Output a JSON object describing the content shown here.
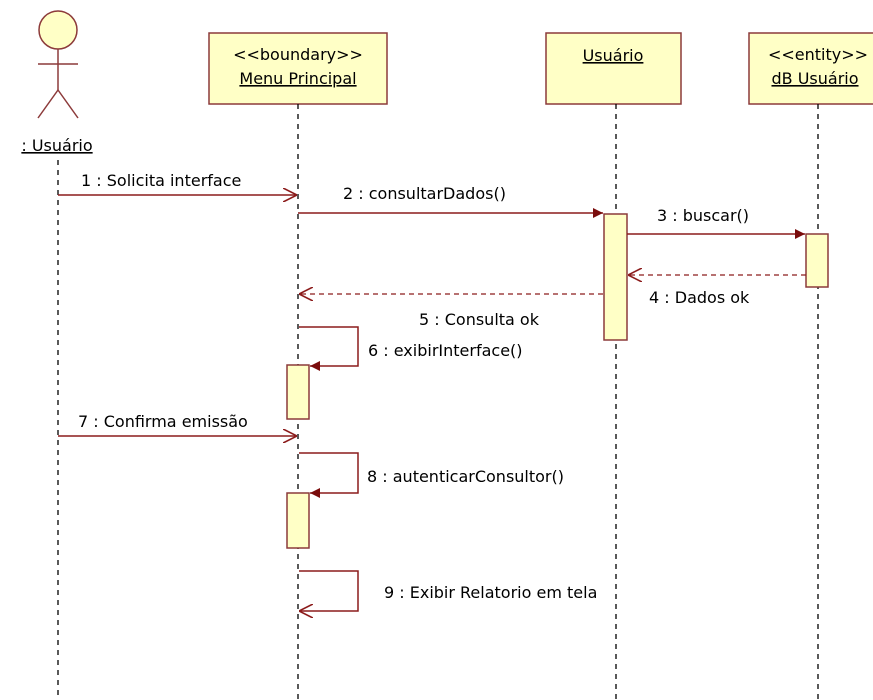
{
  "actor": {
    "name": ": Usuário"
  },
  "lifelines": [
    {
      "stereotype": "<<boundary>>",
      "name": "Menu Principal"
    },
    {
      "stereotype": "",
      "name": "Usuário"
    },
    {
      "stereotype": "<<entity>>",
      "name": "dB Usuário"
    }
  ],
  "messages": [
    {
      "label": "1 : Solicita interface",
      "kind": "async"
    },
    {
      "label": "2 : consultarDados()",
      "kind": "sync"
    },
    {
      "label": "3 : buscar()",
      "kind": "sync"
    },
    {
      "label": "4 : Dados ok",
      "kind": "return"
    },
    {
      "label": "5 : Consulta ok",
      "kind": "return"
    },
    {
      "label": "6 : exibirInterface()",
      "kind": "self-sync"
    },
    {
      "label": "7 : Confirma emissão",
      "kind": "async"
    },
    {
      "label": "8 : autenticarConsultor()",
      "kind": "self-sync"
    },
    {
      "label": "9 : Exibir Relatorio em tela",
      "kind": "self-async"
    }
  ],
  "colors": {
    "box_fill": "#ffffc6",
    "box_stroke": "#8c3a3a",
    "message_line": "#8c1c1c",
    "arrowhead": "#7a0c0c"
  }
}
